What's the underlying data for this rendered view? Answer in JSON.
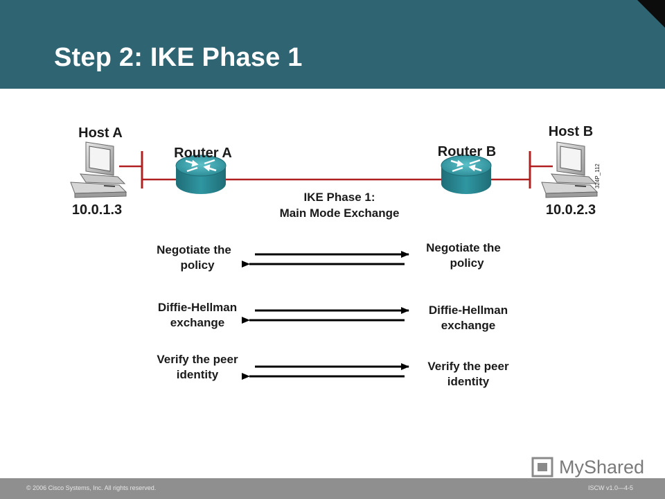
{
  "slide": {
    "title": "Step 2: IKE Phase 1"
  },
  "topology": {
    "host_a": {
      "name": "Host A",
      "ip": "10.0.1.3"
    },
    "host_b": {
      "name": "Host B",
      "ip": "10.0.2.3"
    },
    "router_a": {
      "name": "Router A"
    },
    "router_b": {
      "name": "Router B"
    },
    "link_label_line1": "IKE Phase 1:",
    "link_label_line2": "Main Mode Exchange",
    "figure_id": "324P_112"
  },
  "exchanges": [
    {
      "left_line1": "Negotiate the",
      "left_line2": "policy",
      "right_line1": "Negotiate the",
      "right_line2": "policy"
    },
    {
      "left_line1": "Diffie-Hellman",
      "left_line2": "exchange",
      "right_line1": "Diffie-Hellman",
      "right_line2": "exchange"
    },
    {
      "left_line1": "Verify the peer",
      "left_line2": "identity",
      "right_line1": "Verify the peer",
      "right_line2": "identity"
    }
  ],
  "footer": {
    "copyright": "© 2006 Cisco Systems, Inc. All rights reserved.",
    "course": "ISCW v1.0—4-5"
  },
  "watermark": {
    "brand": "MyShared"
  },
  "colors": {
    "header": "#2f6572",
    "link_line": "#b02020",
    "router": "#3aa3ad",
    "footer": "#8f8f8f"
  }
}
